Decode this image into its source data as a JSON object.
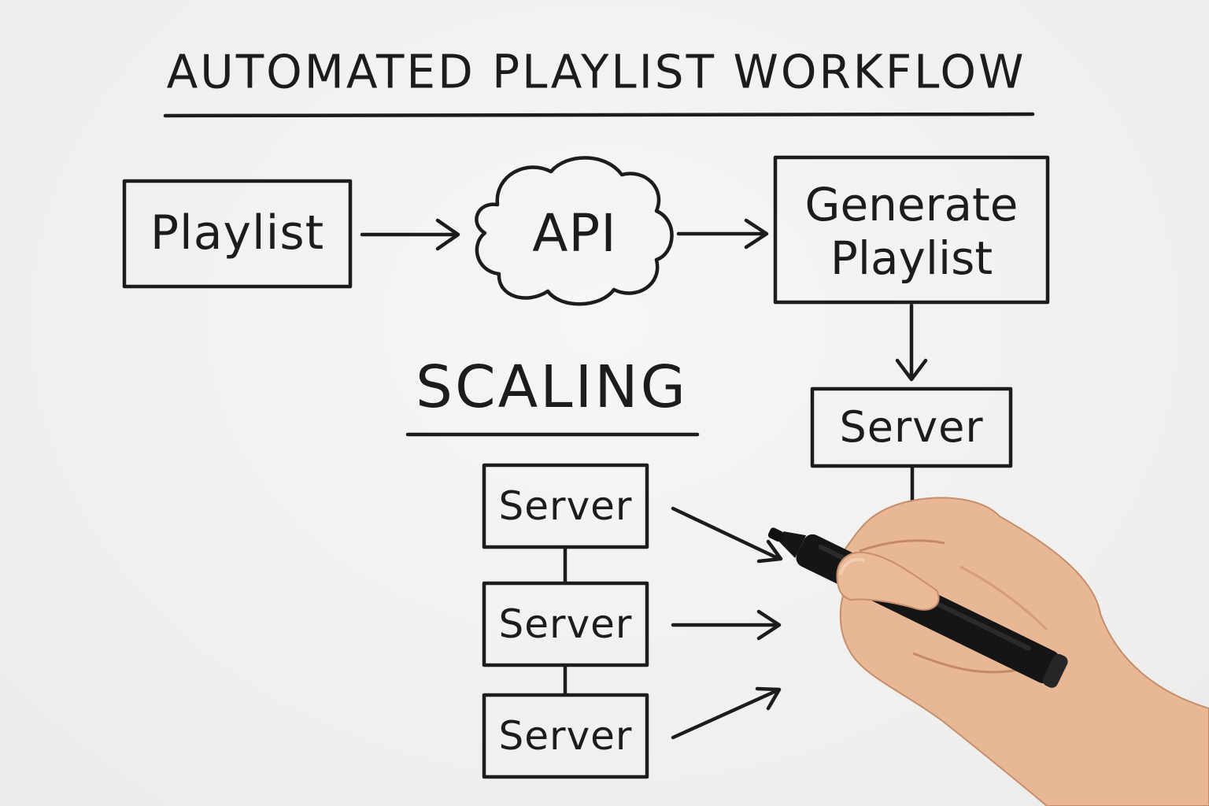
{
  "title": "AUTOMATED PLAYLIST WORKFLOW",
  "nodes": {
    "playlist": "Playlist",
    "api": "API",
    "generate": "Generate Playlist",
    "server_main": "Server"
  },
  "scaling": {
    "heading": "SCALING",
    "servers": [
      "Server",
      "Server",
      "Server"
    ]
  },
  "colors": {
    "ink": "#1c1c1c",
    "board": "#f2f2f1",
    "skin": "#e9b898",
    "marker": "#141414"
  },
  "icons": [
    "cloud-shape",
    "hand-with-marker"
  ]
}
